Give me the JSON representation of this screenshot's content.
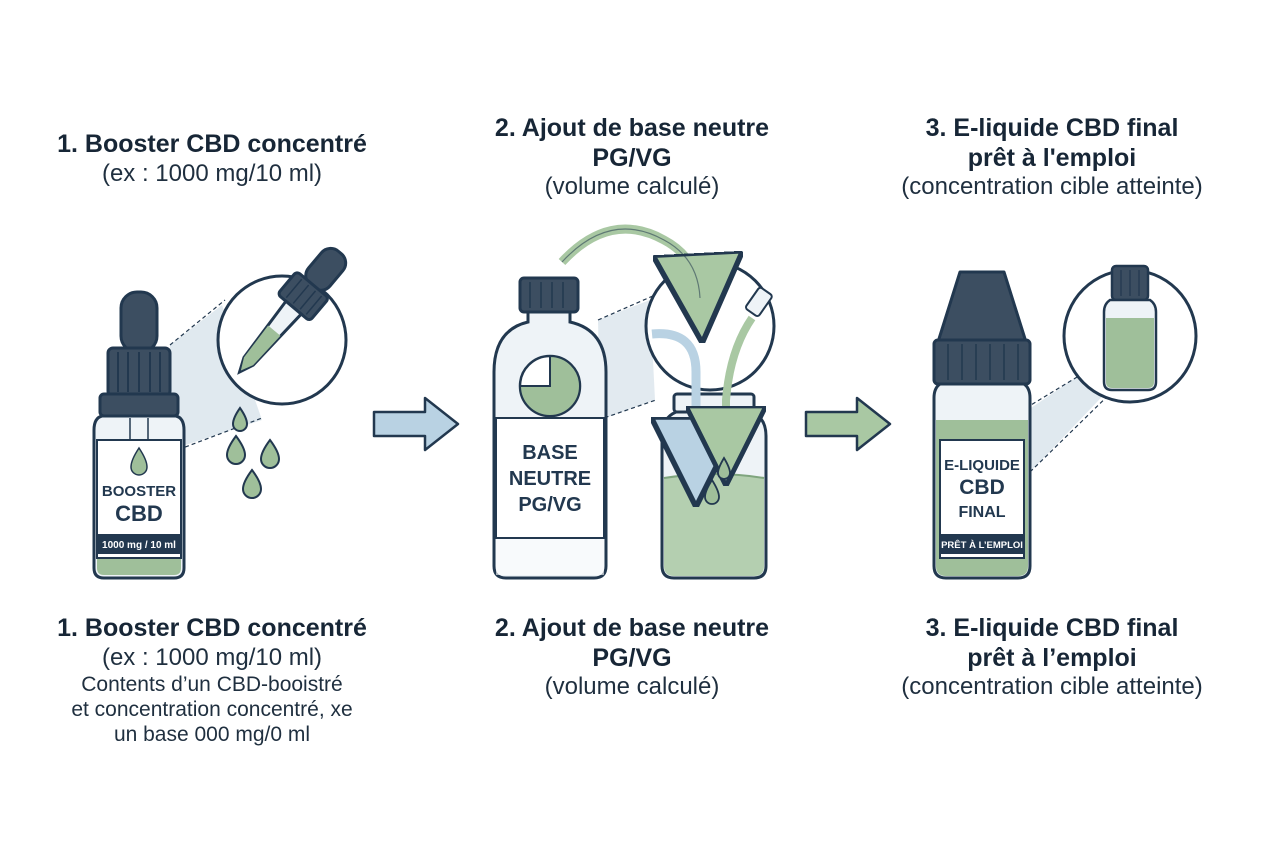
{
  "colors": {
    "outline": "#22384f",
    "cap": "#3c4e61",
    "glass": "#eef3f7",
    "liquid": "#9fbf9a",
    "liquid_dark": "#7fa57e",
    "arrow_blue": "#b9d2e3",
    "arrow_green": "#a9c8a3",
    "shade": "#d6e1ea"
  },
  "top_captions": [
    {
      "title": "1. Booster CBD concentré",
      "subtitle": "(ex : 1000 mg/10 ml)"
    },
    {
      "title": "2. Ajout de base neutre",
      "title2": "PG/VG",
      "subtitle": "(volume calculé)"
    },
    {
      "title": "3. E-liquide CBD final",
      "title2": "prêt à l'emploi",
      "subtitle": "(concentration cible atteinte)"
    }
  ],
  "bottom_captions": [
    {
      "title": "1. Booster CBD concentré",
      "subtitle": "(ex : 1000 mg/10 ml)",
      "notes": [
        "Contents d’un CBD-booistré",
        "et concentration concentré, xe",
        "un base 000 mg/0 ml"
      ]
    },
    {
      "title": "2. Ajout de base neutre",
      "title2": "PG/VG",
      "subtitle": "(volume calculé)"
    },
    {
      "title": "3. E-liquide CBD final",
      "title2": "prêt à l’emploi",
      "subtitle": "(concentration cible atteinte)"
    }
  ],
  "labels": {
    "booster_line1": "BOOSTER",
    "booster_line2": "CBD",
    "booster_dose": "1000 mg / 10 ml",
    "base_line1": "BASE",
    "base_line2": "NEUTRE",
    "base_line3": "PG/VG",
    "final_line1": "E-LIQUIDE",
    "final_line2": "CBD",
    "final_line3": "FINAL",
    "final_badge": "PRÊT À L’EMPLOI"
  },
  "icons": [
    "dropper-bottle-icon",
    "dropper-icon",
    "droplet-icon",
    "arrow-right-icon",
    "large-bottle-icon",
    "pie-chart-icon",
    "jar-icon",
    "curved-arrow-icon",
    "vape-bottle-icon",
    "magnifier-circle-icon"
  ]
}
